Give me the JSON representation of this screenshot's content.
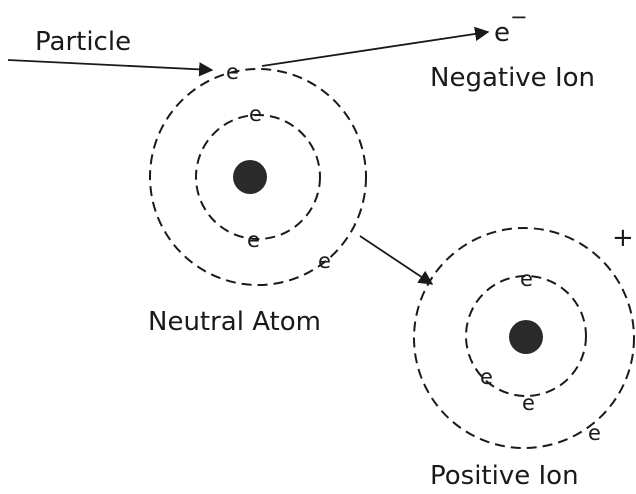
{
  "labels": {
    "particle": "Particle",
    "electron_out": "e",
    "electron_out_sign": "−",
    "negative_ion": "Negative Ion",
    "neutral_atom": "Neutral Atom",
    "positive_ion": "Positive Ion",
    "positive_sign": "+"
  },
  "electron_symbol": "e",
  "colors": {
    "ink": "#1a1a1a",
    "background": "#ffffff"
  }
}
